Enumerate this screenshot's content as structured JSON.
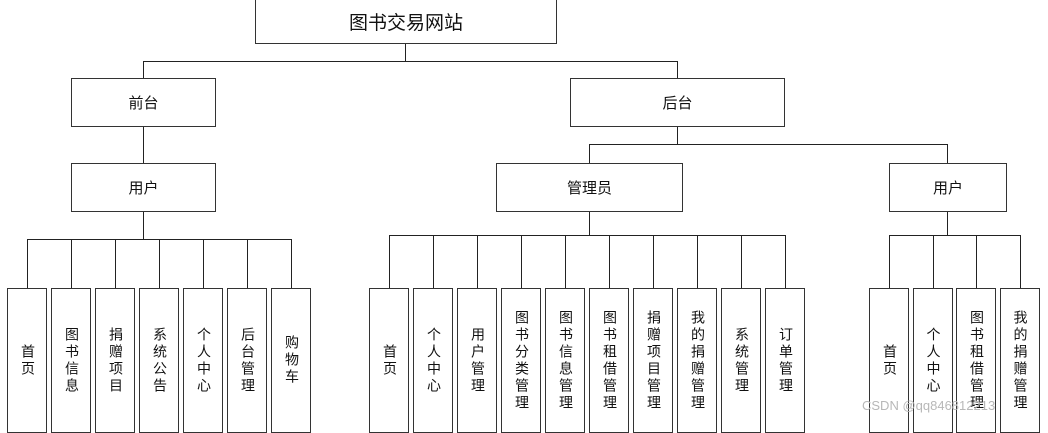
{
  "root": {
    "label": "图书交易网站"
  },
  "front": {
    "label": "前台",
    "user": {
      "label": "用户",
      "items": [
        "首页",
        "图书信息",
        "捐赠项目",
        "系统公告",
        "个人中心",
        "后台管理",
        "购物车"
      ]
    }
  },
  "back": {
    "label": "后台",
    "admin": {
      "label": "管理员",
      "items": [
        "首页",
        "个人中心",
        "用户管理",
        "图书分类管理",
        "图书信息管理",
        "图书租借管理",
        "捐赠项目管理",
        "我的捐赠管理",
        "系统管理",
        "订单管理"
      ]
    },
    "user": {
      "label": "用户",
      "items": [
        "首页",
        "个人中心",
        "图书租借管理",
        "我的捐赠管理"
      ]
    }
  },
  "watermark": "CSDN @qq846812213"
}
